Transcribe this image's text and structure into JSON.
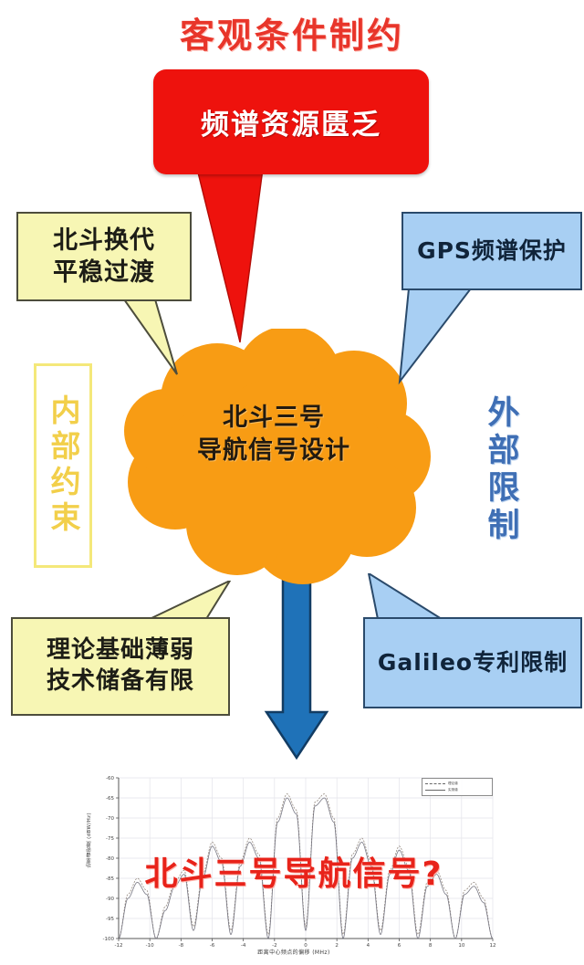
{
  "header": {
    "title": "客观条件制约",
    "title_color": "#e8352a"
  },
  "red_box": {
    "label": "频谱资源匮乏",
    "bg_color": "#ee120d",
    "text_color": "#ffffff"
  },
  "cloud": {
    "line1": "北斗三号",
    "line2": "导航信号设计",
    "fill_color": "#f89c14",
    "text_color": "#221a10"
  },
  "side_labels": {
    "internal": "内部约束",
    "internal_color": "#f2cf4a",
    "external": "外部限制",
    "external_color": "#3f6fb5"
  },
  "callouts": {
    "top_left": {
      "line1": "北斗换代",
      "line2": "平稳过渡",
      "bg_color": "#f7f6b4",
      "kind": "yellow"
    },
    "top_right": {
      "line1": "GPS频谱保护",
      "line2": "",
      "bg_color": "#a8cff3",
      "kind": "blue"
    },
    "bottom_left": {
      "line1": "理论基础薄弱",
      "line2": "技术储备有限",
      "bg_color": "#f7f6b4",
      "kind": "yellow"
    },
    "bottom_right": {
      "line1": "Galileo专利限制",
      "line2": "",
      "bg_color": "#a8cff3",
      "kind": "blue"
    }
  },
  "arrow": {
    "color": "#1f72b8",
    "direction": "down"
  },
  "chart_overlay": {
    "text": "北斗三号导航信号?",
    "color": "#e8231a"
  },
  "chart_data": {
    "type": "line",
    "title": "",
    "xlabel": "距离中心频点的偏移 (MHz)",
    "ylabel": "功率谱密度 (dBW/Hz)",
    "xlim": [
      -12,
      12
    ],
    "ylim": [
      -100,
      -60
    ],
    "xticks": [
      -12,
      -10,
      -8,
      -6,
      -4,
      -2,
      0,
      2,
      4,
      6,
      8,
      10,
      12
    ],
    "yticks": [
      -60,
      -65,
      -70,
      -75,
      -80,
      -85,
      -90,
      -95,
      -100
    ],
    "grid": true,
    "legend_position": "top-right",
    "legend": [
      {
        "name": "理论谱",
        "style": "dashed"
      },
      {
        "name": "实测谱",
        "style": "solid"
      }
    ],
    "series": [
      {
        "name": "理论谱",
        "style": "dashed",
        "x": [
          -12,
          -11.4,
          -10.8,
          -10.2,
          -9.6,
          -9.0,
          -8.4,
          -7.8,
          -7.2,
          -6.6,
          -6.0,
          -5.4,
          -4.8,
          -4.2,
          -3.6,
          -3.0,
          -2.4,
          -1.8,
          -1.2,
          -0.6,
          0.0,
          0.6,
          1.2,
          1.8,
          2.4,
          3.0,
          3.6,
          4.2,
          4.8,
          5.4,
          6.0,
          6.6,
          7.2,
          7.8,
          8.4,
          9.0,
          9.6,
          10.2,
          10.8,
          11.4,
          12
        ],
        "y": [
          -100,
          -89,
          -85,
          -88,
          -100,
          -92,
          -86,
          -83,
          -97,
          -84,
          -76,
          -80,
          -98,
          -81,
          -75,
          -79,
          -99,
          -70,
          -64,
          -68,
          -97,
          -66,
          -64,
          -70,
          -99,
          -79,
          -75,
          -81,
          -98,
          -83,
          -77,
          -82,
          -99,
          -86,
          -83,
          -88,
          -100,
          -88,
          -86,
          -90,
          -100
        ]
      },
      {
        "name": "实测谱",
        "style": "solid",
        "x": [
          -12,
          -11.4,
          -10.8,
          -10.2,
          -9.6,
          -9.0,
          -8.4,
          -7.8,
          -7.2,
          -6.6,
          -6.0,
          -5.4,
          -4.8,
          -4.2,
          -3.6,
          -3.0,
          -2.4,
          -1.8,
          -1.2,
          -0.6,
          0.0,
          0.6,
          1.2,
          1.8,
          2.4,
          3.0,
          3.6,
          4.2,
          4.8,
          5.4,
          6.0,
          6.6,
          7.2,
          7.8,
          8.4,
          9.0,
          9.6,
          10.2,
          10.8,
          11.4,
          12
        ],
        "y": [
          -100,
          -90,
          -86,
          -89,
          -100,
          -93,
          -87,
          -84,
          -98,
          -85,
          -77,
          -81,
          -99,
          -82,
          -76,
          -80,
          -100,
          -71,
          -65,
          -69,
          -98,
          -67,
          -65,
          -71,
          -100,
          -80,
          -76,
          -82,
          -99,
          -84,
          -78,
          -83,
          -100,
          -87,
          -84,
          -89,
          -100,
          -89,
          -87,
          -91,
          -100
        ]
      }
    ]
  }
}
